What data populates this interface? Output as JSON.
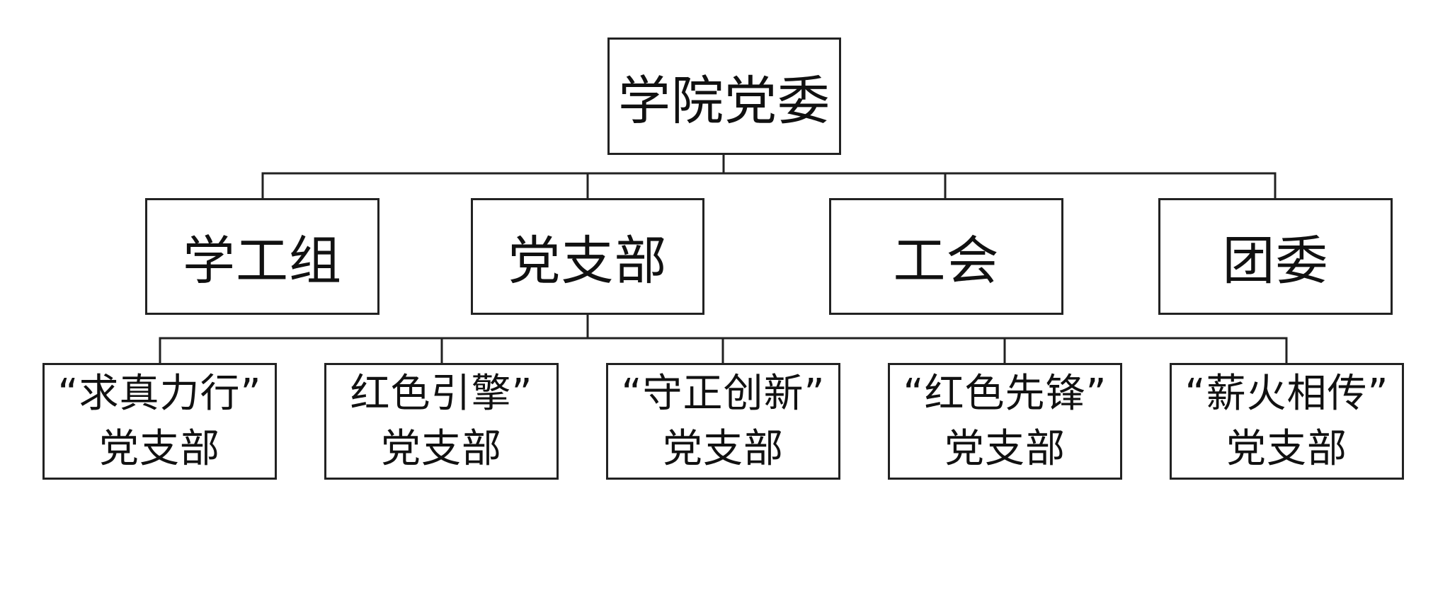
{
  "root": {
    "label": "学院党委"
  },
  "level1": [
    {
      "id": "xuegongzu",
      "label": "学工组"
    },
    {
      "id": "dangzhibu",
      "label": "党支部"
    },
    {
      "id": "gonghui",
      "label": "工会"
    },
    {
      "id": "tuanwei",
      "label": "团委"
    }
  ],
  "branches": [
    {
      "id": "qiuzhen",
      "name": "“求真力行”",
      "suffix": "党支部"
    },
    {
      "id": "hongseyinqing",
      "name": "红色引擎”",
      "suffix": "党支部"
    },
    {
      "id": "shouzheng",
      "name": "“守正创新”",
      "suffix": "党支部"
    },
    {
      "id": "hongsexianfeng",
      "name": "“红色先锋”",
      "suffix": "党支部"
    },
    {
      "id": "xinhuo",
      "name": "“薪火相传”",
      "suffix": "党支部"
    }
  ],
  "colors": {
    "stroke": "#222222",
    "background": "#ffffff",
    "text": "#111111"
  }
}
